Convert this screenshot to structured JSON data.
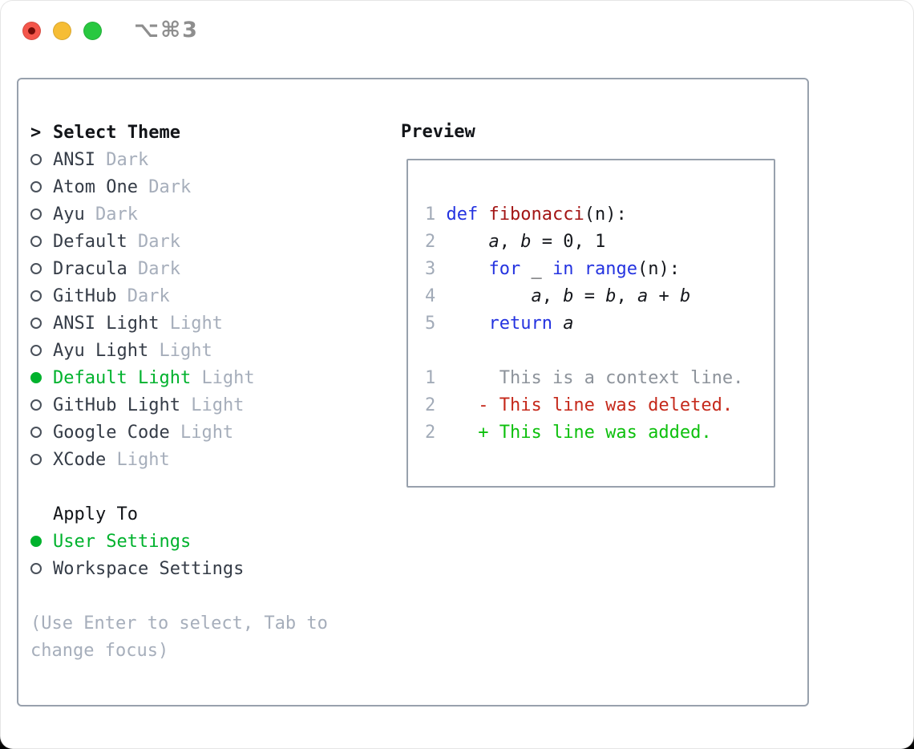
{
  "window": {
    "title": "⌥⌘3",
    "traffic_lights": [
      {
        "name": "close-button",
        "has_dot": true
      },
      {
        "name": "minimize-button",
        "has_dot": false
      },
      {
        "name": "zoom-button",
        "has_dot": false
      }
    ]
  },
  "theme_picker": {
    "prompt": ">",
    "title": "Select Theme",
    "items": [
      {
        "name": "ANSI",
        "variant": "Dark",
        "selected": false
      },
      {
        "name": "Atom One",
        "variant": "Dark",
        "selected": false
      },
      {
        "name": "Ayu",
        "variant": "Dark",
        "selected": false
      },
      {
        "name": "Default",
        "variant": "Dark",
        "selected": false
      },
      {
        "name": "Dracula",
        "variant": "Dark",
        "selected": false
      },
      {
        "name": "GitHub",
        "variant": "Dark",
        "selected": false
      },
      {
        "name": "ANSI Light",
        "variant": "Light",
        "selected": false
      },
      {
        "name": "Ayu Light",
        "variant": "Light",
        "selected": false
      },
      {
        "name": "Default Light",
        "variant": "Light",
        "selected": true
      },
      {
        "name": "GitHub Light",
        "variant": "Light",
        "selected": false
      },
      {
        "name": "Google Code",
        "variant": "Light",
        "selected": false
      },
      {
        "name": "XCode",
        "variant": "Light",
        "selected": false
      }
    ]
  },
  "apply_to": {
    "title": "Apply To",
    "items": [
      {
        "name": "User Settings",
        "selected": true
      },
      {
        "name": "Workspace Settings",
        "selected": false
      }
    ]
  },
  "hint_lines": [
    "(Use Enter to select, Tab to",
    "change focus)"
  ],
  "preview": {
    "title": "Preview",
    "code_lines": [
      {
        "num": "1",
        "tokens": [
          [
            "def",
            "kw"
          ],
          [
            " ",
            ""
          ],
          [
            "fibonacci",
            "fn"
          ],
          [
            "(n):",
            ""
          ]
        ]
      },
      {
        "num": "2",
        "tokens": [
          [
            "    ",
            ""
          ],
          [
            "a",
            "vr"
          ],
          [
            ", ",
            ""
          ],
          [
            "b",
            "vr"
          ],
          [
            " = 0, 1",
            ""
          ]
        ]
      },
      {
        "num": "3",
        "tokens": [
          [
            "    ",
            ""
          ],
          [
            "for",
            "kw"
          ],
          [
            " _ ",
            ""
          ],
          [
            "in",
            "kw"
          ],
          [
            " ",
            ""
          ],
          [
            "range",
            "kw"
          ],
          [
            "(n):",
            ""
          ]
        ]
      },
      {
        "num": "4",
        "tokens": [
          [
            "        ",
            ""
          ],
          [
            "a",
            "vr"
          ],
          [
            ", ",
            ""
          ],
          [
            "b",
            "vr"
          ],
          [
            " = ",
            ""
          ],
          [
            "b",
            "vr"
          ],
          [
            ", ",
            ""
          ],
          [
            "a",
            "vr"
          ],
          [
            " + ",
            ""
          ],
          [
            "b",
            "vr"
          ]
        ]
      },
      {
        "num": "5",
        "tokens": [
          [
            "    ",
            ""
          ],
          [
            "return",
            "kw"
          ],
          [
            " ",
            ""
          ],
          [
            "a",
            "vr"
          ]
        ]
      }
    ],
    "diff_lines": [
      {
        "num": "1",
        "kind": "context",
        "text": "      This is a context line."
      },
      {
        "num": "2",
        "kind": "deleted",
        "text": "    - This line was deleted."
      },
      {
        "num": "2",
        "kind": "added",
        "text": "    + This line was added."
      }
    ]
  },
  "colors": {
    "accent_green": "#00b22d",
    "keyword_blue": "#2433e0",
    "function_red": "#a31515",
    "code_fg": "#16181d",
    "list_fg": "#353c47",
    "header_fg": "#121418",
    "muted_gray": "#a6aebb",
    "line_number_gray": "#a2abb8",
    "context_gray": "#8d939b",
    "deleted_red": "#c5291b",
    "added_green": "#0dc00d",
    "panel_border": "#98a1ad",
    "titlebar_gray": "#8e8e8e",
    "traffic_red": "#f4564b",
    "traffic_yellow": "#f6bd35",
    "traffic_green": "#28c840",
    "traffic_dot": "#740d08"
  }
}
